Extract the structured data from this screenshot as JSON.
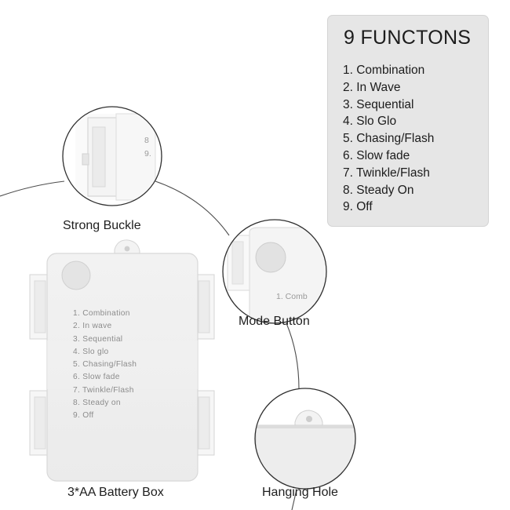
{
  "functions_panel": {
    "title": "9 FUNCTONS",
    "items": [
      "1. Combination",
      "2. In Wave",
      "3. Sequential",
      "4. Slo Glo",
      "5. Chasing/Flash",
      "6. Slow fade",
      "7. Twinkle/Flash",
      "8. Steady On",
      "9. Off"
    ]
  },
  "captions": {
    "strong_buckle": "Strong Buckle",
    "mode_button": "Mode Button",
    "battery_box": "3*AA Battery Box",
    "hanging_hole": "Hanging Hole"
  },
  "box_label": {
    "items": [
      "1. Combination",
      "2. In wave",
      "3. Sequential",
      "4. Slo glo",
      "5. Chasing/Flash",
      "6. Slow fade",
      "7. Twinkle/Flash",
      "8. Steady on",
      "9. Off"
    ]
  },
  "zoom_fragments": {
    "buckle_8": "8",
    "buckle_9": "9.",
    "mode_text": "1. Comb"
  }
}
